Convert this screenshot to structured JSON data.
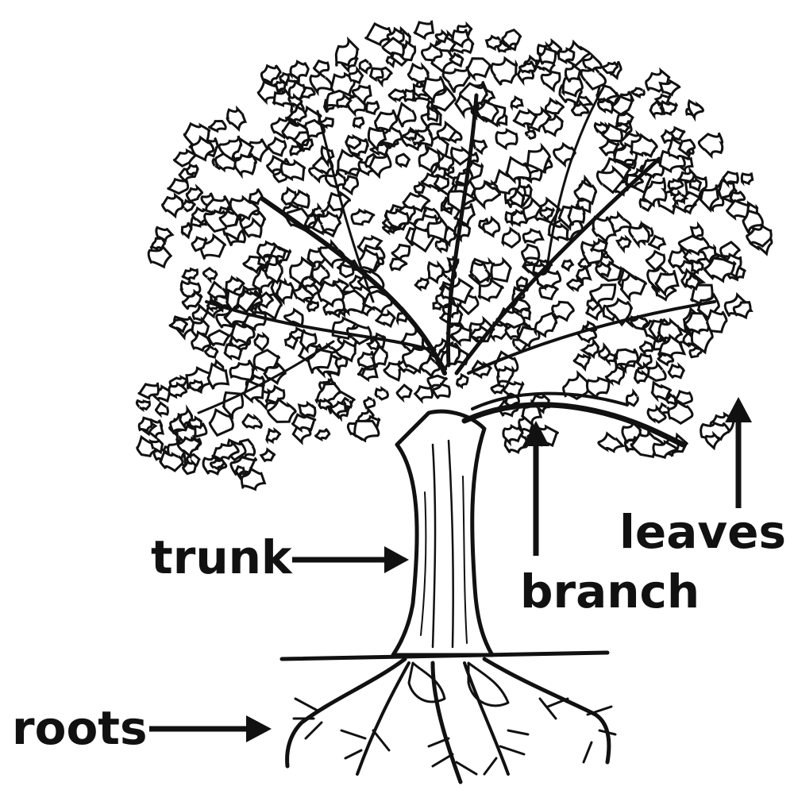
{
  "labels": {
    "trunk": "trunk",
    "branch": "branch",
    "leaves": "leaves",
    "roots": "roots"
  },
  "colors": {
    "ink": "#111111",
    "paper": "#ffffff"
  }
}
